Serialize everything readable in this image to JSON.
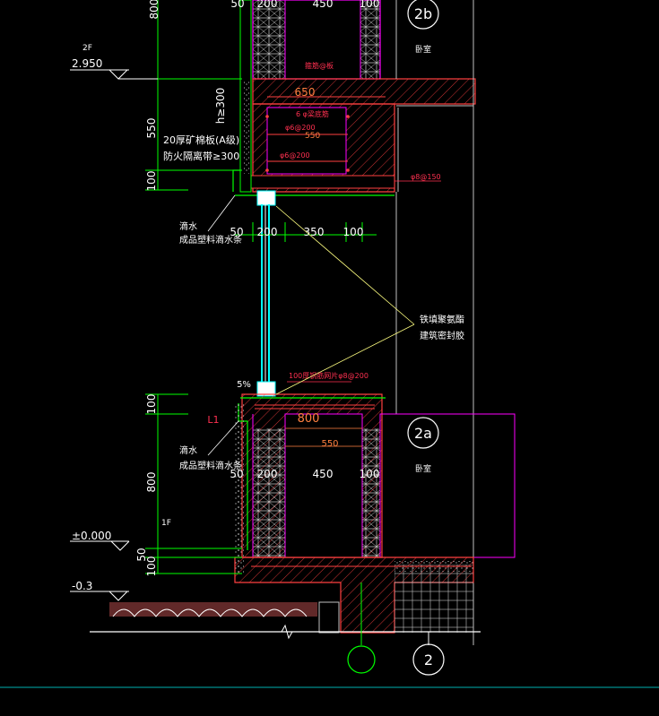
{
  "colors": {
    "background": "#000000",
    "dimension": "#00ff00",
    "wall_outline": "#ff00ff",
    "concrete": "#ff4040",
    "glass": "#00ffff",
    "leader": "#ffff80",
    "text": "#ffffff",
    "rebar_label": "#ff3050",
    "note_orange": "#ff8040",
    "hatch_fill": "#8a3a3a"
  },
  "upper": {
    "dim_left_top": "800",
    "dim_left_550": "550",
    "dim_left_100": "100",
    "dim_top_50": "50",
    "dim_top_200": "200",
    "dim_top_450": "450",
    "dim_top_100": "100",
    "mid_dim_50": "50",
    "mid_dim_200": "200",
    "mid_dim_350": "350",
    "mid_dim_100": "100",
    "h_note": "h≥300",
    "beam_650": "650",
    "beam_550": "550",
    "rebar_top": "箍筋@板",
    "rebar_6": "6 φ梁底筋",
    "rebar_200a": "φ6@200",
    "rebar_200b": "φ6@200",
    "rebar_150": "φ8@150"
  },
  "lower": {
    "dim_left_top_100": "100",
    "dim_left_800": "800",
    "dim_left_50": "50",
    "dim_left_100": "100",
    "dim_50": "50",
    "dim_200": "200",
    "dim_450": "450",
    "dim_100": "100",
    "beam_800": "800",
    "beam_550": "550",
    "slope": "5%",
    "l1": "L1",
    "rebar_100": "100厚钢筋网片φ8@200"
  },
  "levels": {
    "floor_2f": "2F",
    "elev_2950": "2.950",
    "floor_1f": "1F",
    "elev_000": "±0.000",
    "elev_minus03": "-0.3"
  },
  "notes": {
    "fireproof_1": "20厚矿棉板(A级)",
    "fireproof_2": "防火隔离带≥300",
    "drip_upper_1": "滴水",
    "drip_upper_2": "成品塑料滴水条",
    "drip_lower_1": "滴水",
    "drip_lower_2": "成品塑料滴水条",
    "sealant_1": "铁填聚氨酯",
    "sealant_2": "建筑密封胶"
  },
  "rooms": {
    "upper_tag": "2b",
    "upper_name": "卧室",
    "lower_tag": "2a",
    "lower_name": "卧室"
  },
  "axes": {
    "axis_2": "2"
  }
}
